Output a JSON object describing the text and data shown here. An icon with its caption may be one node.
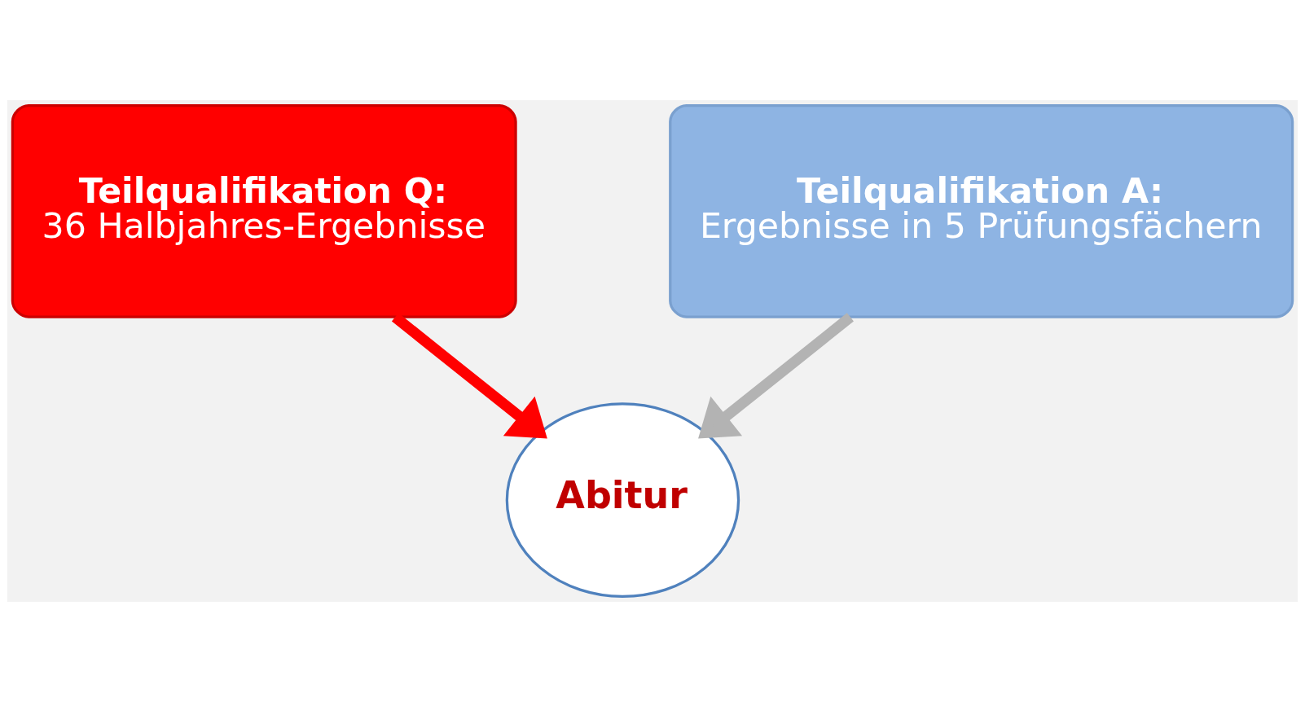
{
  "diagram": {
    "nodes": [
      {
        "text": [
          "Teilqualifikation Q:",
          "36 Halbjahres-Ergebnisse"
        ]
      },
      {
        "text": [
          "Teilqualifikation A:",
          "Ergebnisse in 5 Prüfungsfächern"
        ]
      },
      {
        "text": [
          "Abitur"
        ]
      }
    ],
    "edges": [
      {
        "from": 0,
        "to": 2,
        "arrow": "to",
        "color": "#ff0000"
      },
      {
        "from": 1,
        "to": 2,
        "arrow": "to",
        "color": "#b3b3b3"
      }
    ]
  }
}
